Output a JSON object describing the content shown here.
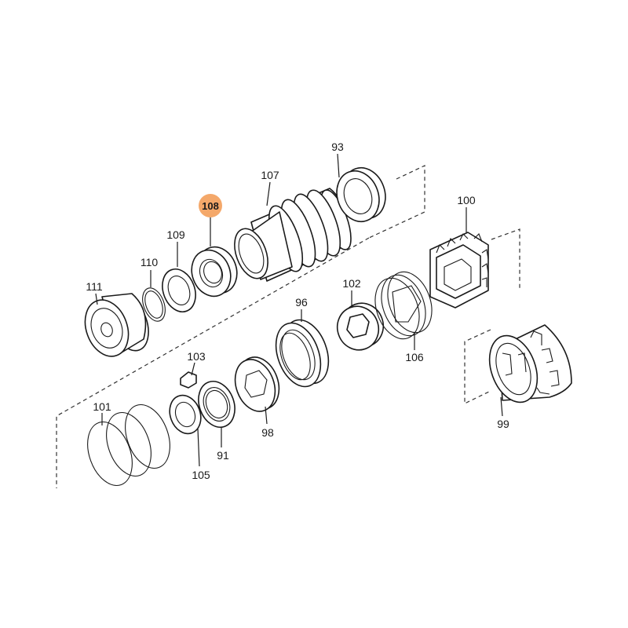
{
  "labels": {
    "p93": "93",
    "p107": "107",
    "p108": "108",
    "p109": "109",
    "p110": "110",
    "p111": "111",
    "p100": "100",
    "p102": "102",
    "p96": "96",
    "p106": "106",
    "p103": "103",
    "p101": "101",
    "p105": "105",
    "p91": "91",
    "p98": "98",
    "p99": "99"
  },
  "highlight": {
    "part": "108",
    "color": "#f4a86a"
  }
}
